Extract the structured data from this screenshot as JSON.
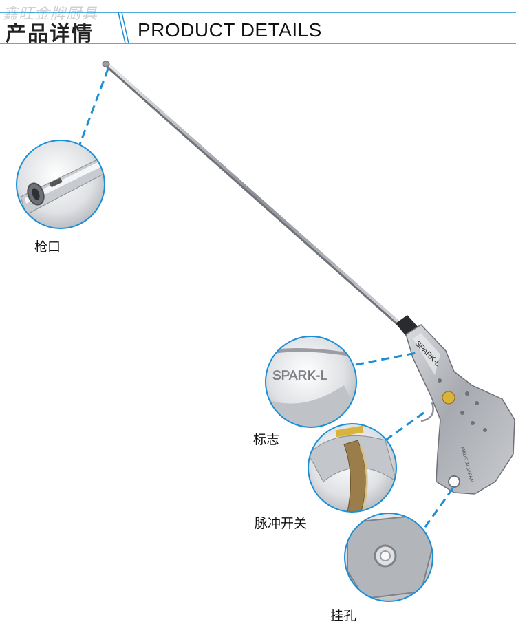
{
  "watermark": "鑫旺金牌厨具",
  "header": {
    "title_cn": "产品详情",
    "title_en": "PRODUCT  DETAILS"
  },
  "callouts": {
    "muzzle": "枪口",
    "logo": "标志",
    "pulse_switch": "脉冲开关",
    "hang_hole": "挂孔"
  },
  "product_markings": {
    "brand": "SPARK-L",
    "origin": "MADE IN JAPAN"
  },
  "colors": {
    "accent_blue": "#1a8fd6",
    "metal": "#b9bcc1"
  }
}
